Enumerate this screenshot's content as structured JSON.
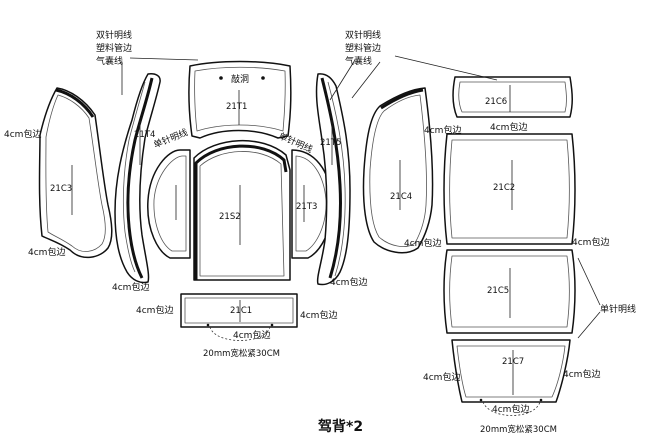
{
  "pieces": {
    "c1": "21C1",
    "c2": "21C2",
    "c3": "21C3",
    "c4": "21C4",
    "c5": "21C5",
    "c6": "21C6",
    "c7": "21C7",
    "t1": "21T1",
    "t3": "21T3",
    "t4": "21T4",
    "t5": "21T5",
    "s2": "21S2"
  },
  "labels": {
    "hem4cm": "4cm包边",
    "single_stitch": "单针明线",
    "double_stitch": "双针明线",
    "plastic_tube_edge": "塑料管边",
    "airbag_line": "气囊线",
    "hole": "敲洞",
    "elastic_20mm": "20mm宽松紧30CM"
  },
  "title": "驾背*2"
}
